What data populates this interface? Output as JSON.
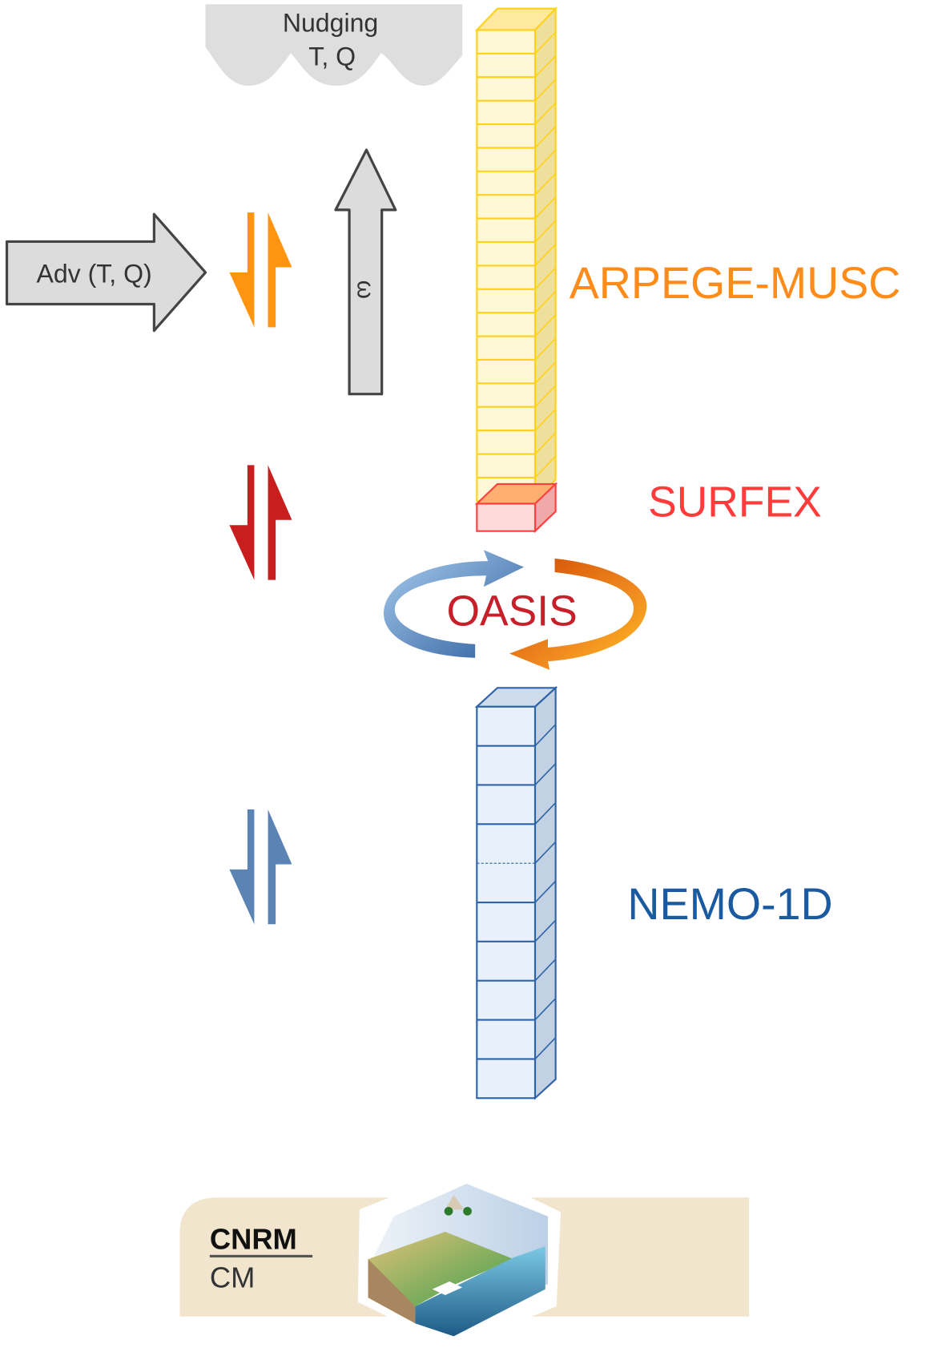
{
  "nudging": {
    "line1": "Nudging",
    "line2": "T, Q"
  },
  "advection": {
    "label": "Adv (T, Q)"
  },
  "vertical_velocity": {
    "label": "ω"
  },
  "models": {
    "atmosphere": {
      "label": "ARPEGE-MUSC",
      "color": "#ff8c1a"
    },
    "surface": {
      "label": "SURFEX",
      "color": "#ff3b3b"
    },
    "coupler": {
      "label": "OASIS",
      "color": "#c8202a"
    },
    "ocean": {
      "label": "NEMO-1D",
      "color": "#1a5aa0"
    }
  },
  "logo": {
    "line1": "CNRM",
    "line2": "CM"
  }
}
